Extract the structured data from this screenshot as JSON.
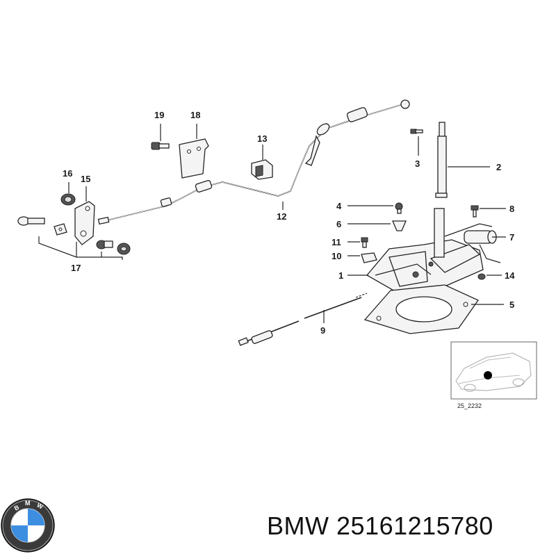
{
  "callouts": [
    "1",
    "2",
    "3",
    "4",
    "5",
    "6",
    "7",
    "8",
    "9",
    "10",
    "11",
    "12",
    "13",
    "14",
    "15",
    "16",
    "17",
    "18",
    "19"
  ],
  "inset": {
    "code": "25_2232"
  },
  "logo": {
    "text": "BMW"
  },
  "caption": {
    "brand": "BMW",
    "part_number": "25161215780"
  }
}
